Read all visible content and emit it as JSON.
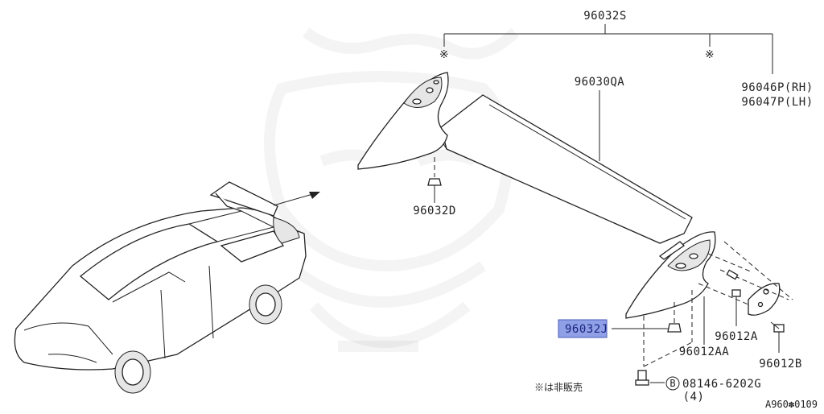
{
  "diagram": {
    "labels": {
      "spoiler_assembly": "96032S",
      "spoiler_body": "96030QA",
      "end_cap": "96046P(RH)\n96047P(LH)",
      "end_cap_rh": "96046P(RH)",
      "end_cap_lh": "96047P(LH)",
      "nut_upper": "96032D",
      "clip_highlighted": "96032J",
      "screw_a": "96012A",
      "screw_aa": "96012AA",
      "screw_b": "96012B",
      "bolt_symbol": "B",
      "bolt": "08146-6202G",
      "bolt_qty": "(4)",
      "mark_1": "※",
      "mark_2": "※",
      "not_sold_note": "※は非販売",
      "figure_id": "A960✽0109"
    },
    "highlight_color": "#8fa0e6"
  }
}
